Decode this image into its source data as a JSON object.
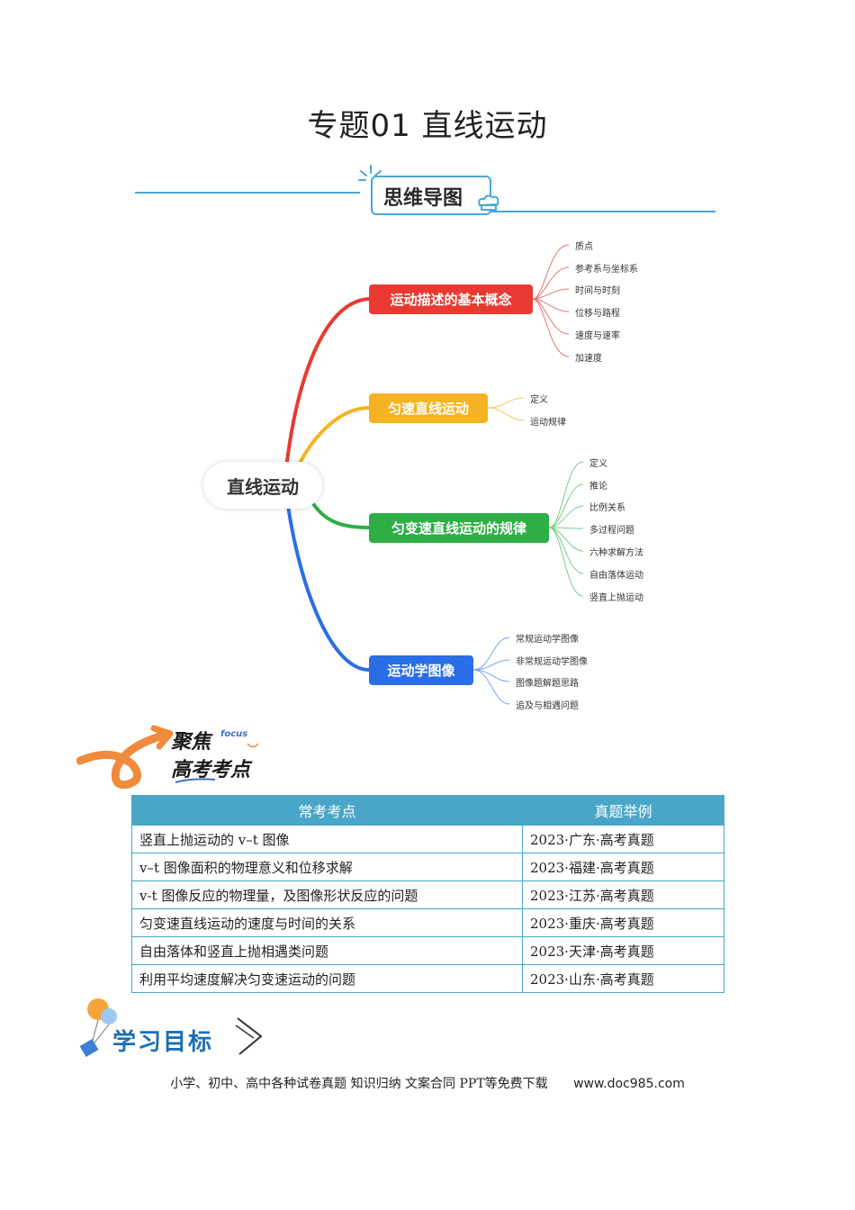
{
  "title": "专题01  直线运动",
  "mindmap_section": {
    "label": "思维导图"
  },
  "mindmap": {
    "center": "直线运动",
    "branches": [
      {
        "label": "运动描述的基本概念",
        "color": "#e83a32",
        "leaves": [
          "质点",
          "参考系与坐标系",
          "时间与时刻",
          "位移与路程",
          "速度与速率",
          "加速度"
        ]
      },
      {
        "label": "匀速直线运动",
        "color": "#f5b322",
        "leaves": [
          "定义",
          "运动规律"
        ]
      },
      {
        "label": "匀变速直线运动的规律",
        "color": "#2fae46",
        "leaves": [
          "定义",
          "推论",
          "比例关系",
          "多过程问题",
          "六种求解方法",
          "自由落体运动",
          "竖直上抛运动"
        ]
      },
      {
        "label": "运动学图像",
        "color": "#2a6ee6",
        "leaves": [
          "常规运动学图像",
          "非常规运动学图像",
          "图像题解题思路",
          "追及与相遇问题"
        ]
      }
    ]
  },
  "focus_section": {
    "line1": "聚焦",
    "line2": "高考考点",
    "tag": "focus"
  },
  "table": {
    "headers": [
      "常考考点",
      "真题举例"
    ],
    "rows": [
      [
        "竖直上抛运动的 v–t 图像",
        "2023·广东·高考真题"
      ],
      [
        "v–t 图像面积的物理意义和位移求解",
        "2023·福建·高考真题"
      ],
      [
        "v-t 图像反应的物理量，及图像形状反应的问题",
        "2023·江苏·高考真题"
      ],
      [
        "匀变速直线运动的速度与时间的关系",
        "2023·重庆·高考真题"
      ],
      [
        "自由落体和竖直上抛相遇类问题",
        "2023·天津·高考真题"
      ],
      [
        "利用平均速度解决匀变速运动的问题",
        "2023·山东·高考真题"
      ]
    ]
  },
  "goal_section": {
    "label": "学习目标"
  },
  "footer": {
    "text": "小学、初中、高中各种试卷真题  知识归纳  文案合同  PPT等免费下载",
    "url": "www.doc985.com"
  }
}
